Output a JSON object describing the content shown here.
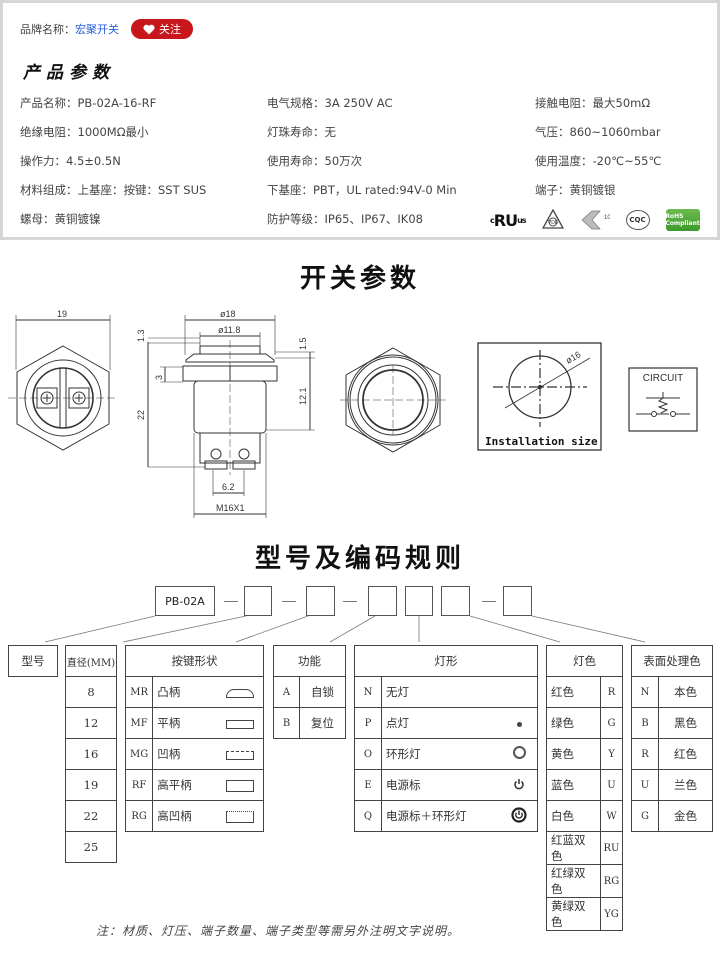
{
  "header": {
    "brand_label": "品牌名称：",
    "brand_name": "宏聚开关",
    "follow_button": "关注",
    "section_title": "产品参数"
  },
  "params": [
    [
      "产品名称：PB-02A-16-RF",
      "电气规格：3A  250V  AC",
      "接触电阻：最大50mΩ"
    ],
    [
      "绝缘电阻：1000MΩ最小",
      "灯珠寿命：无",
      "气压：860~1060mbar"
    ],
    [
      "操作力：4.5±0.5N",
      "使用寿命：50万次",
      "使用温度：-20℃~55℃"
    ],
    [
      "材料组成：上基座：按键：SST SUS",
      "下基座：PBT，UL rated:94V-0 Min",
      "端子：黄铜镀银"
    ],
    [
      "螺母：黄铜镀镍",
      "防护等级：IP65、IP67、IK08",
      ""
    ]
  ],
  "certifications": [
    "cULus",
    "VDE",
    "CCC/K10",
    "CQC",
    "RoHS Compliant"
  ],
  "switch_section": {
    "title": "开关参数",
    "dimensions": {
      "hex_width": "19",
      "outer_dia": "ø18",
      "button_dia": "ø11.8",
      "top_height": "1.3",
      "flange": "1.5",
      "nut": "3",
      "total_height": "22",
      "body_height": "12.1",
      "pin_pitch": "6.2",
      "thread": "M16X1",
      "mount_hole": "ø16"
    },
    "installation_label": "Installation size",
    "circuit_label": "CIRCUIT"
  },
  "model_section": {
    "title": "型号及编码规则",
    "prefix": "PB-02A",
    "type_label": "型号",
    "diameter": {
      "header": "直径(MM)",
      "values": [
        "8",
        "12",
        "16",
        "19",
        "22",
        "25"
      ]
    },
    "button_shape": {
      "header": "按键形状",
      "rows": [
        {
          "code": "MR",
          "name": "凸柄"
        },
        {
          "code": "MF",
          "name": "平柄"
        },
        {
          "code": "MG",
          "name": "凹柄"
        },
        {
          "code": "RF",
          "name": "高平柄"
        },
        {
          "code": "RG",
          "name": "高凹柄"
        }
      ]
    },
    "function": {
      "header": "功能",
      "rows": [
        {
          "code": "A",
          "name": "自锁"
        },
        {
          "code": "B",
          "name": "复位"
        }
      ]
    },
    "light_type": {
      "header": "灯形",
      "rows": [
        {
          "code": "N",
          "name": "无灯"
        },
        {
          "code": "P",
          "name": "点灯"
        },
        {
          "code": "O",
          "name": "环形灯"
        },
        {
          "code": "E",
          "name": "电源标"
        },
        {
          "code": "Q",
          "name": "电源标＋环形灯"
        }
      ]
    },
    "light_color": {
      "header": "灯色",
      "rows": [
        {
          "name": "红色",
          "code": "R"
        },
        {
          "name": "绿色",
          "code": "G"
        },
        {
          "name": "黄色",
          "code": "Y"
        },
        {
          "name": "蓝色",
          "code": "U"
        },
        {
          "name": "白色",
          "code": "W"
        },
        {
          "name": "红蓝双色",
          "code": "RU"
        },
        {
          "name": "红绿双色",
          "code": "RG"
        },
        {
          "name": "黄绿双色",
          "code": "YG"
        }
      ]
    },
    "surface_color": {
      "header": "表面处理色",
      "rows": [
        {
          "code": "N",
          "name": "本色"
        },
        {
          "code": "B",
          "name": "黑色"
        },
        {
          "code": "R",
          "name": "红色"
        },
        {
          "code": "U",
          "name": "兰色"
        },
        {
          "code": "G",
          "name": "金色"
        }
      ]
    },
    "note": "注：材质、灯压、端子数量、端子类型等需另外注明文字说明。"
  },
  "colors": {
    "accent": "#c8161d",
    "brand_link": "#2a5bd7",
    "panel_border": "#d6d6d6"
  }
}
